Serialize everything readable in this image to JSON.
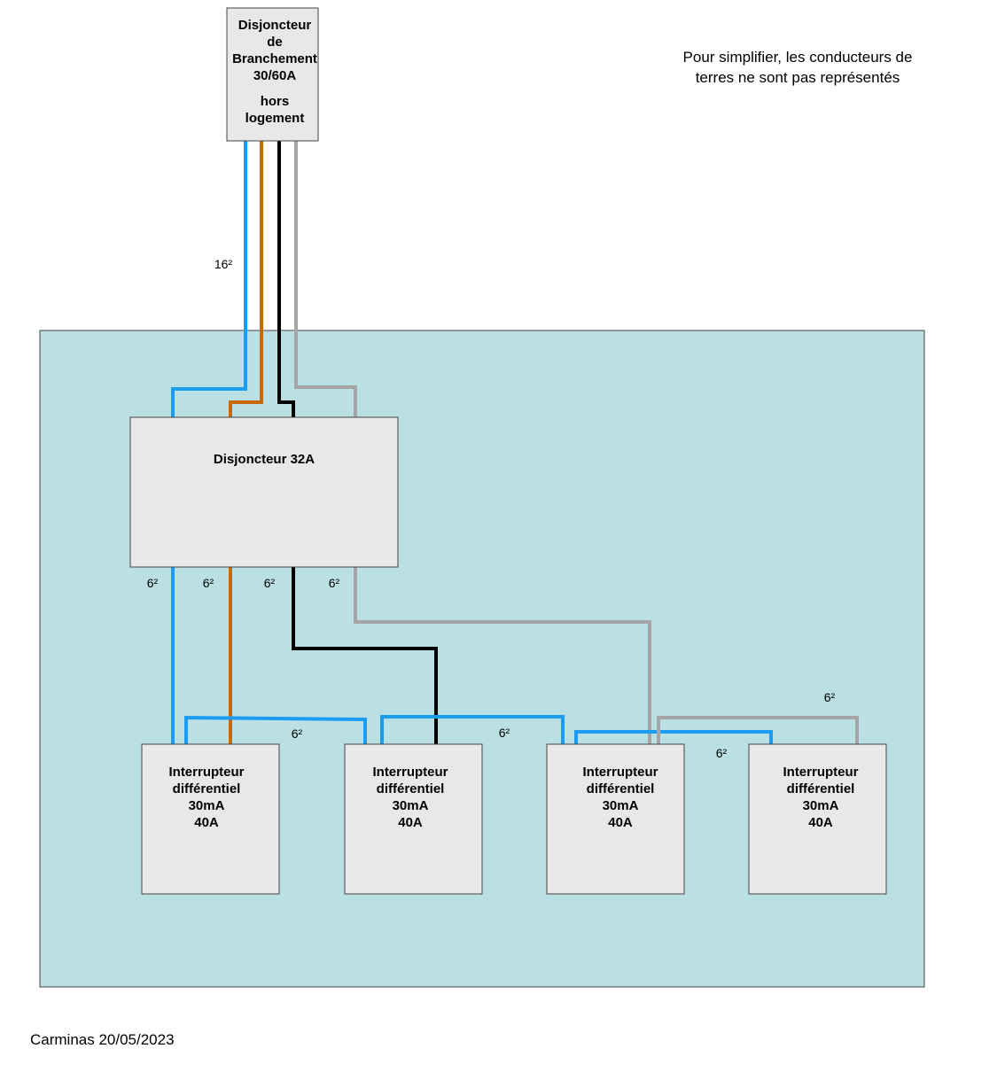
{
  "colors": {
    "panel": "#bae0e3",
    "box": "#e8e8e8",
    "wire_blue": "#1a9cf0",
    "wire_orange": "#c8690e",
    "wire_black": "#000000",
    "wire_gray": "#a5a5a5"
  },
  "main_breaker": {
    "lines": [
      "Disjoncteur",
      "de",
      "Branchement",
      "30/60A",
      "hors",
      "logement"
    ]
  },
  "note": {
    "line1": "Pour simplifier, les conducteurs de",
    "line2": "terres ne sont pas représentés"
  },
  "section_16": "16²",
  "breaker_32a": {
    "label": "Disjoncteur 32A"
  },
  "section_labels": [
    "6²",
    "6²",
    "6²",
    "6²",
    "6²",
    "6²",
    "6²",
    "6²"
  ],
  "rcds": [
    {
      "lines": [
        "Interrupteur",
        "différentiel",
        "30mA",
        "40A"
      ]
    },
    {
      "lines": [
        "Interrupteur",
        "différentiel",
        "30mA",
        "40A"
      ]
    },
    {
      "lines": [
        "Interrupteur",
        "différentiel",
        "30mA",
        "40A"
      ]
    },
    {
      "lines": [
        "Interrupteur",
        "différentiel",
        "30mA",
        "40A"
      ]
    }
  ],
  "footer": "Carminas 20/05/2023"
}
